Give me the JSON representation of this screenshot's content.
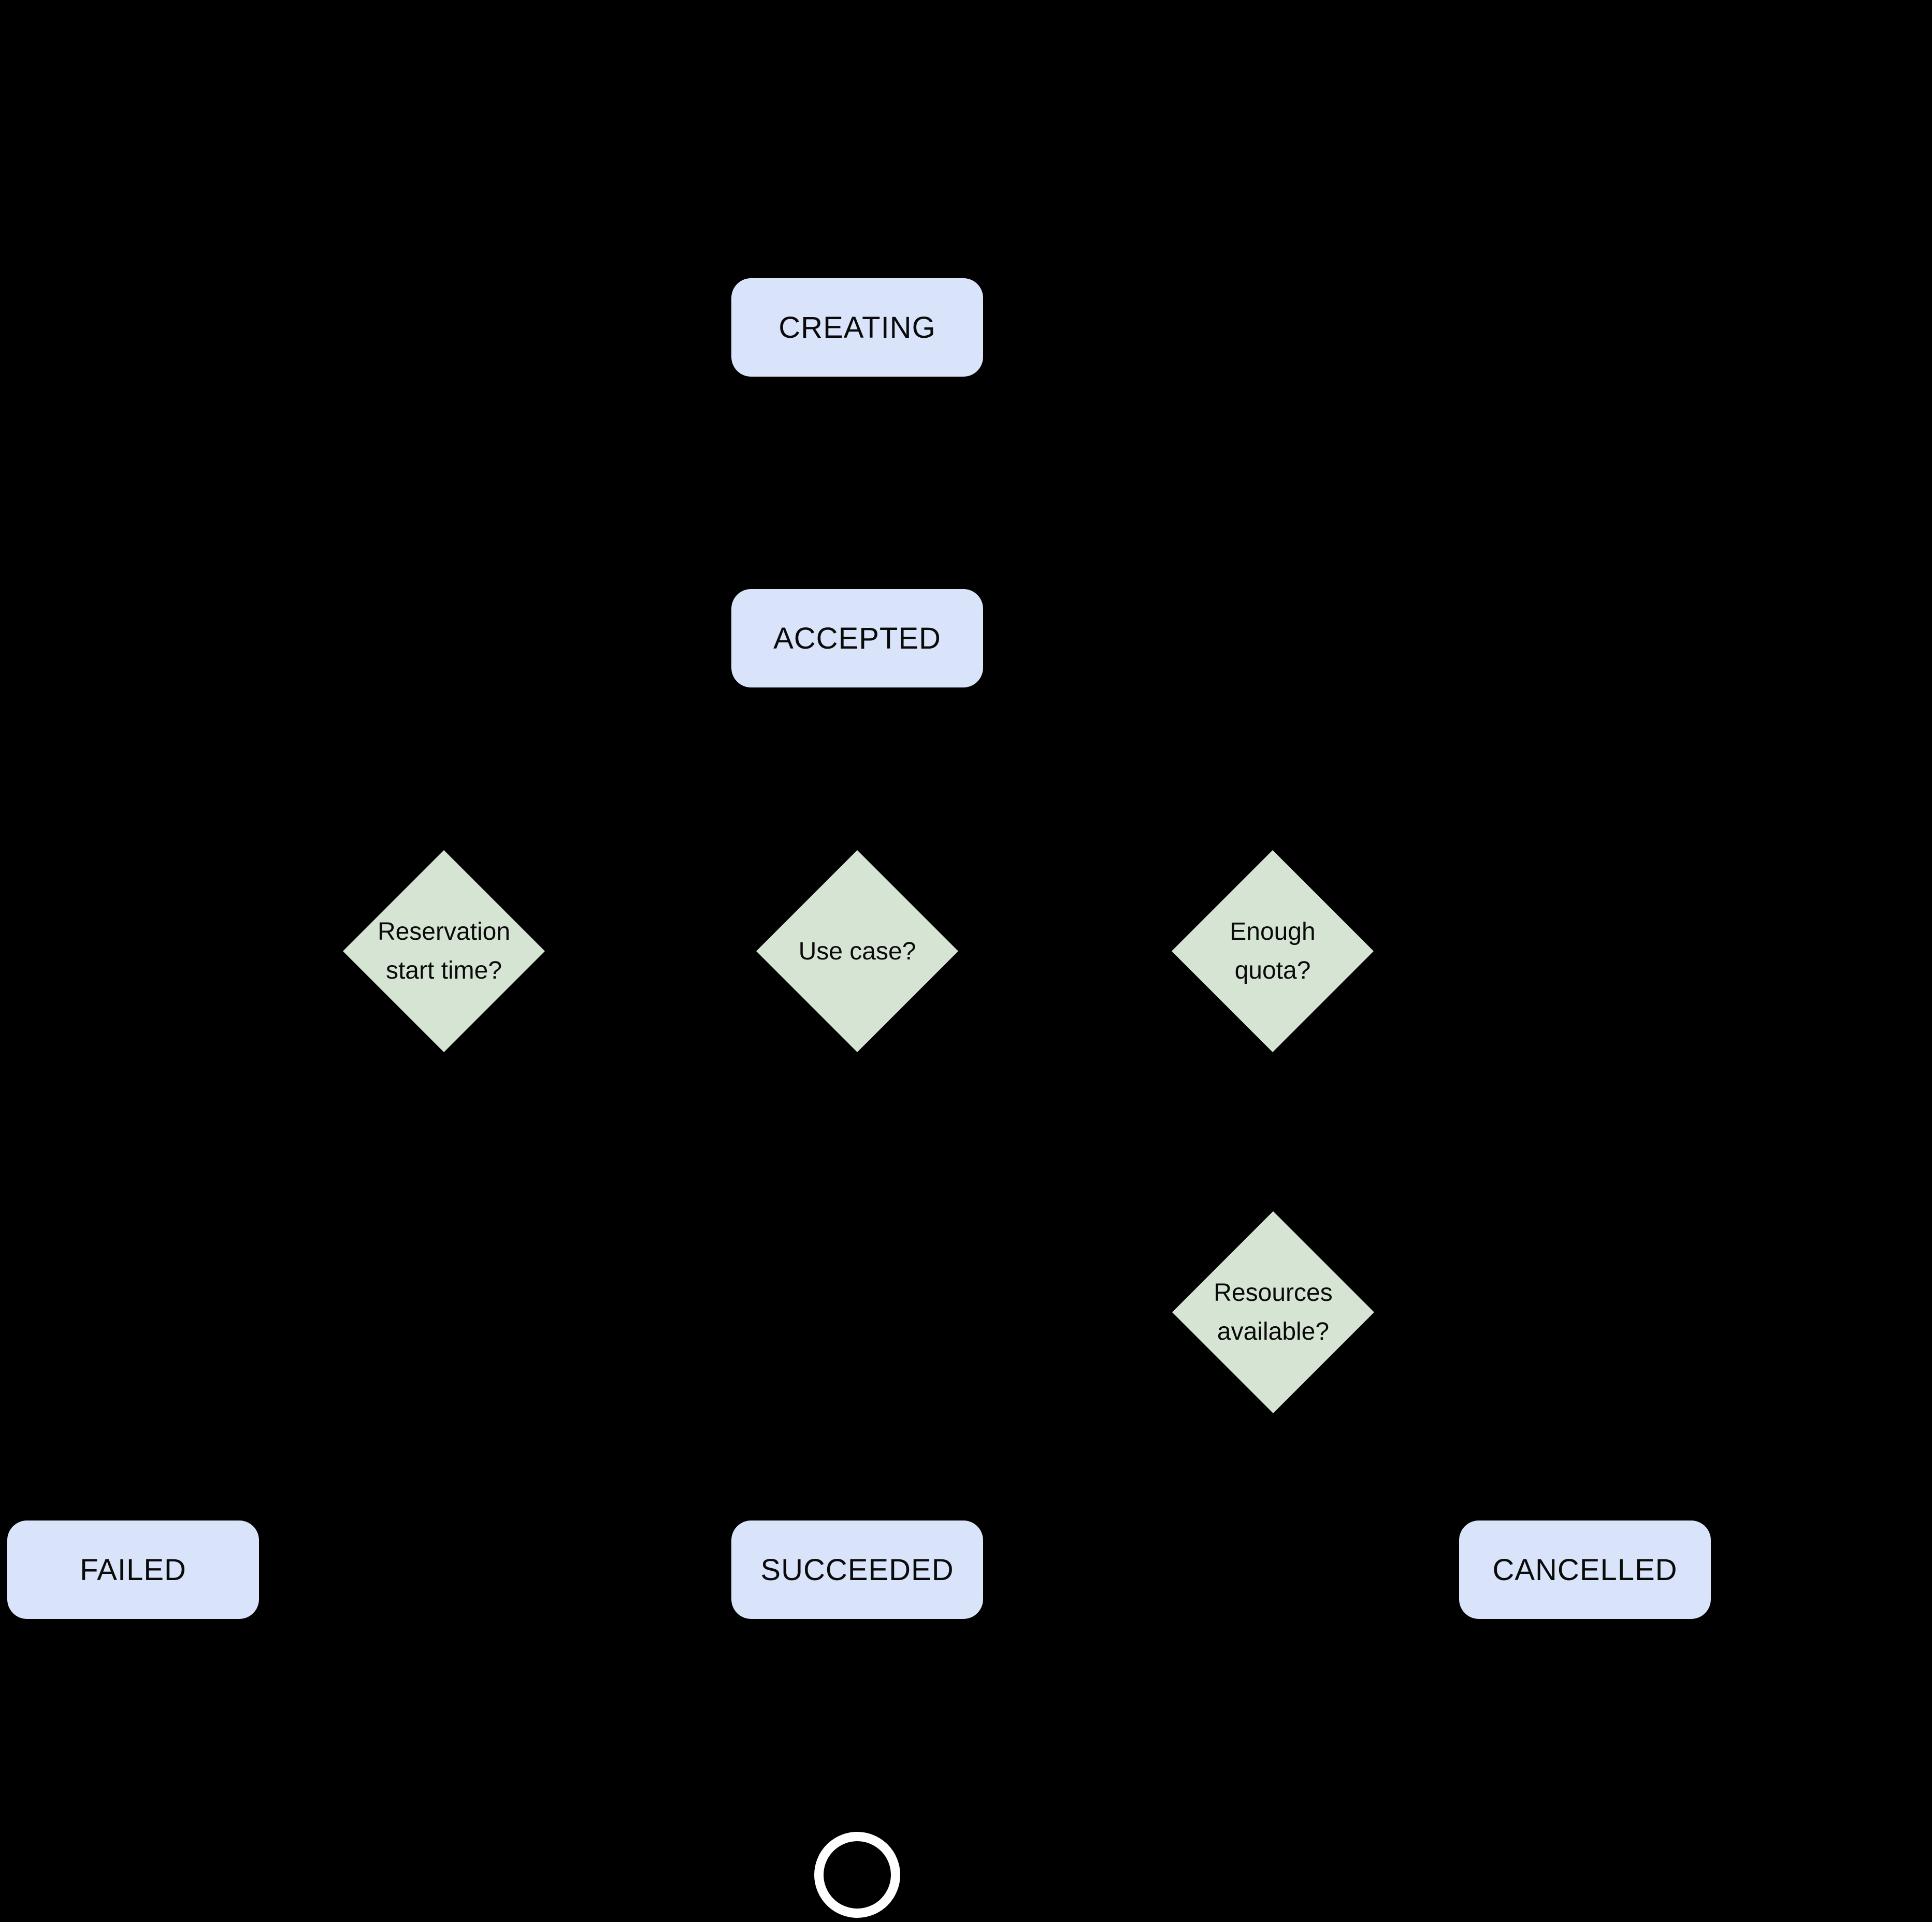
{
  "diagram": {
    "background": "#000000",
    "state_fill": "#d9e4fa",
    "decision_fill": "#d6e4d4",
    "text_color": "#0a0a0a",
    "end_ring_color": "#ffffff"
  },
  "states": {
    "creating": "CREATING",
    "accepted": "ACCEPTED",
    "failed": "FAILED",
    "succeeded": "SUCCEEDED",
    "cancelled": "CANCELLED"
  },
  "decisions": {
    "reservation_start_time": {
      "lines": [
        "Reservation",
        "start time?"
      ]
    },
    "use_case": {
      "lines": [
        "Use case?"
      ]
    },
    "enough_quota": {
      "lines": [
        "Enough",
        "quota?"
      ]
    },
    "resources_available": {
      "lines": [
        "Resources",
        "available?"
      ]
    }
  }
}
